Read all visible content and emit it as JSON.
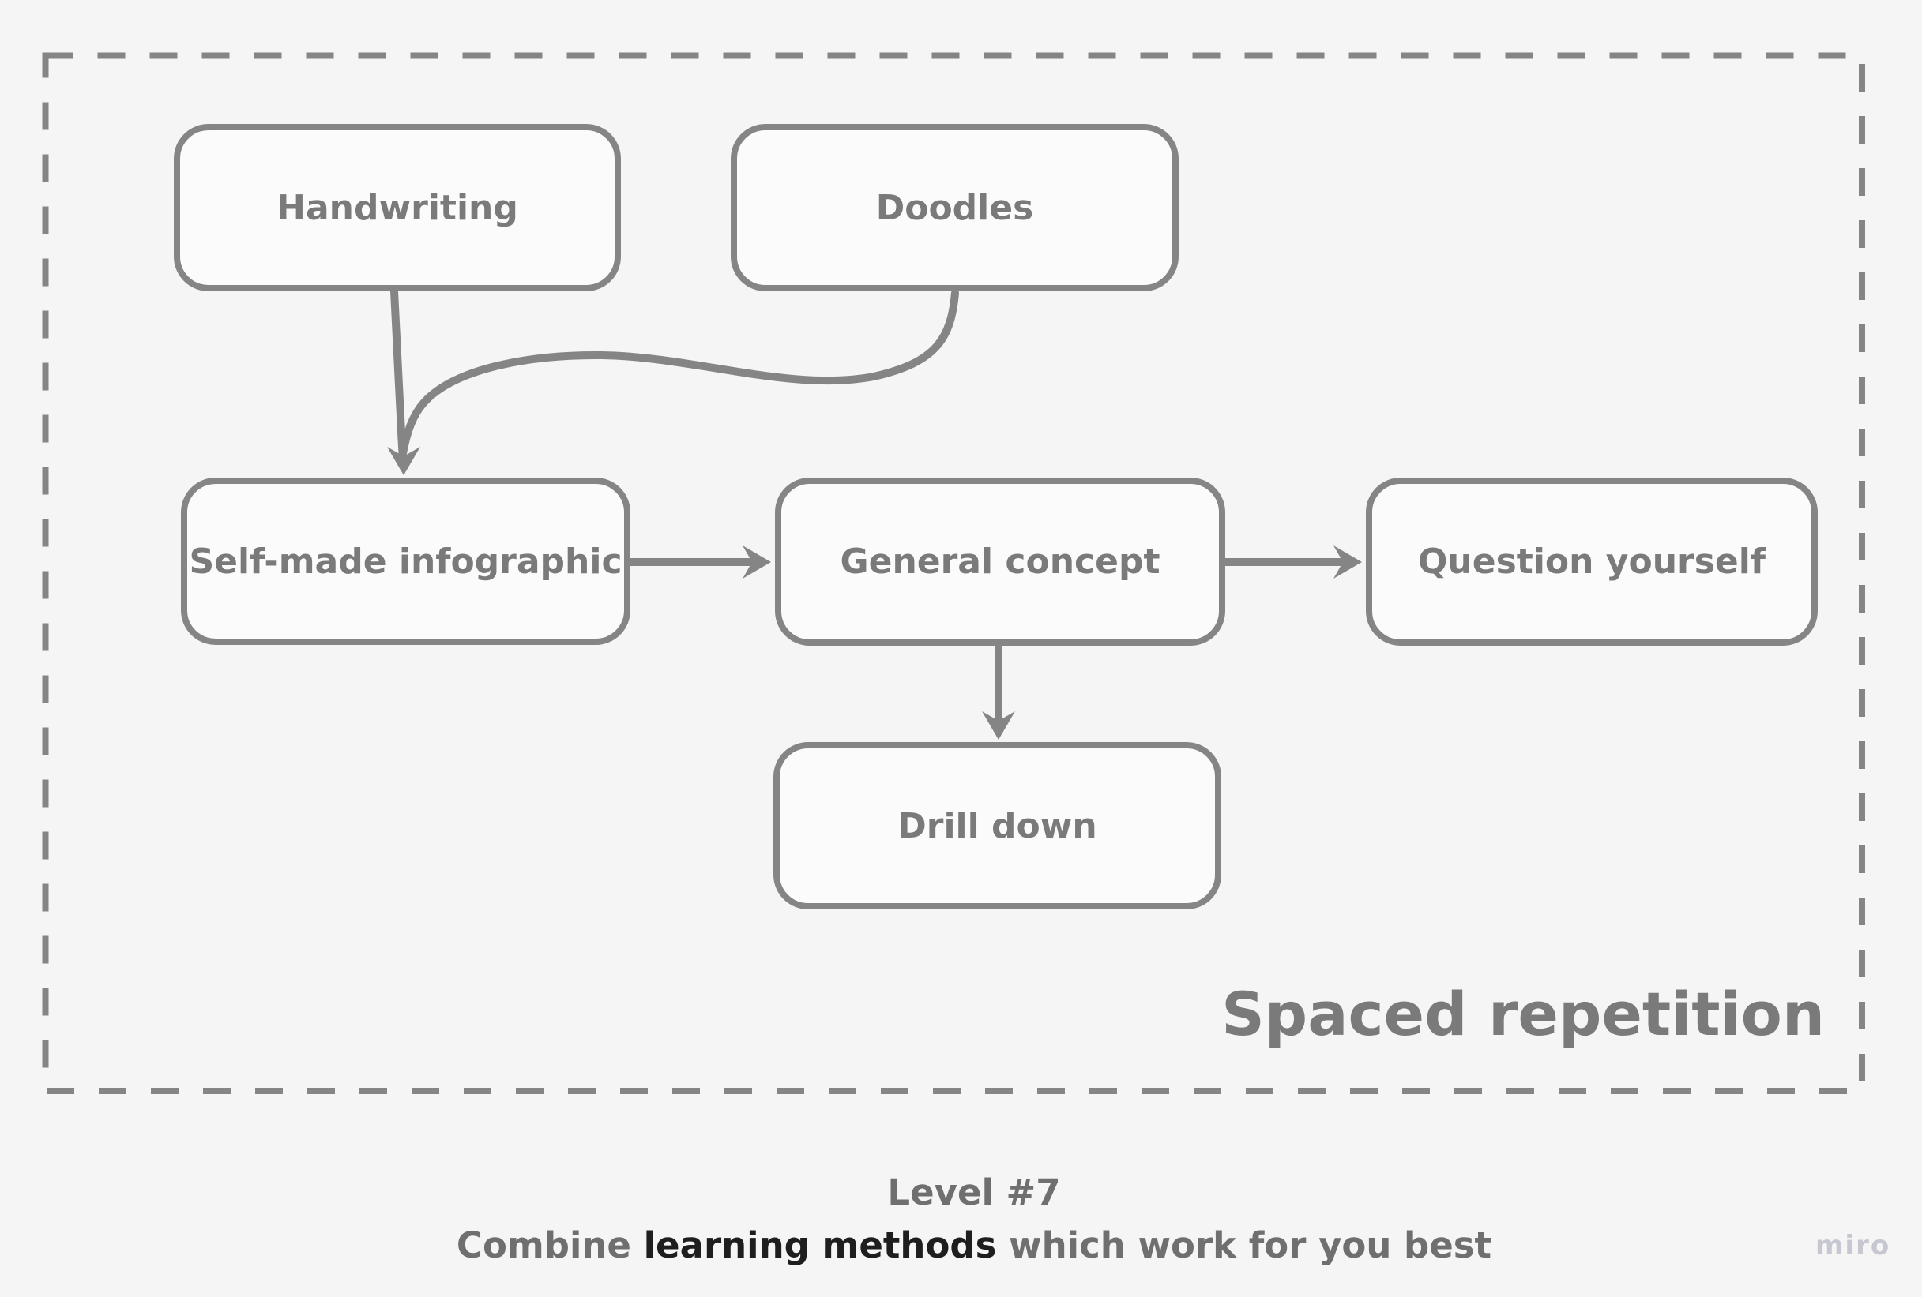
{
  "app": {
    "watermark": "miro"
  },
  "colors": {
    "background": "#f5f5f5",
    "shape_fill": "#fbfbfb",
    "stroke": "#858585",
    "label_text": "#7a7a7a",
    "caption_text": "#6f6f6f",
    "caption_emphasis": "#1e1e1e",
    "watermark": "#c7c7d1"
  },
  "frame": {
    "title": "Spaced repetition",
    "border_style": "dashed"
  },
  "nodes": [
    {
      "id": "handwriting",
      "label": "Handwriting"
    },
    {
      "id": "doodles",
      "label": "Doodles"
    },
    {
      "id": "self_made_infographic",
      "label": "Self-made infographic"
    },
    {
      "id": "general_concept",
      "label": "General concept"
    },
    {
      "id": "question_yourself",
      "label": "Question yourself"
    },
    {
      "id": "drill_down",
      "label": "Drill down"
    }
  ],
  "connectors": [
    {
      "from": "Handwriting",
      "to": "Self-made infographic",
      "style": "straight-arrow"
    },
    {
      "from": "Doodles",
      "to": "Self-made infographic",
      "style": "curved-merge"
    },
    {
      "from": "Self-made infographic",
      "to": "General concept",
      "style": "straight-arrow"
    },
    {
      "from": "General concept",
      "to": "Question yourself",
      "style": "straight-arrow"
    },
    {
      "from": "General concept",
      "to": "Drill down",
      "style": "straight-arrow"
    }
  ],
  "caption": {
    "line1": "Level #7",
    "line2_prefix": "Combine ",
    "line2_emphasis": "learning methods",
    "line2_suffix": " which work for you best"
  }
}
